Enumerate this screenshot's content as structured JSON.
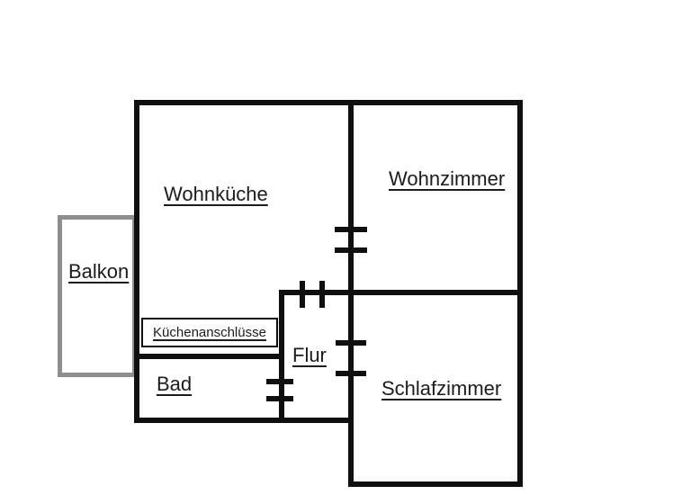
{
  "diagram": {
    "type": "apartment-floor-plan",
    "language": "de"
  },
  "labels": {
    "wohnkueche": "Wohnküche",
    "wohnzimmer": "Wohnzimmer",
    "balkon": "Balkon",
    "bad": "Bad",
    "flur": "Flur",
    "schlafzimmer": "Schlafzimmer",
    "kuechenanschluesse": "Küchenanschlüsse"
  },
  "doors": [
    {
      "between": "Wohnküche-Wohnzimmer",
      "symbol": "double-tick"
    },
    {
      "between": "Wohnküche-Flur",
      "symbol": "double-tick"
    },
    {
      "between": "Flur-Schlafzimmer",
      "symbol": "double-tick"
    },
    {
      "between": "Bad-Flur",
      "symbol": "double-tick"
    }
  ],
  "colors": {
    "background": "#ffffff",
    "wall": "#0f0f0f",
    "balcony-border": "#8e8e8e",
    "label": "#1c1c1c"
  }
}
